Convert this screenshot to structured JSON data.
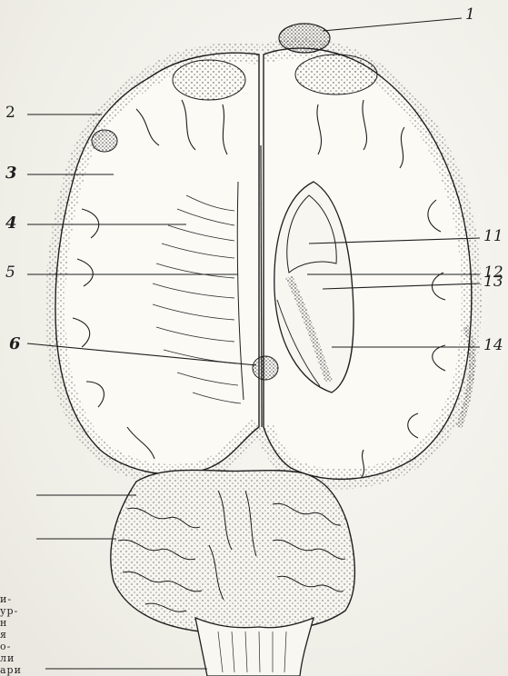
{
  "labels": {
    "l1": "1",
    "l2": "2",
    "l3": "3",
    "l4": "4",
    "l5": "5",
    "l6": "6",
    "l11": "11",
    "l12": "12",
    "l13": "13",
    "l14": "14"
  },
  "side_text": [
    "и-",
    "ур-",
    "н",
    "я",
    "о-",
    "ли",
    "ари"
  ],
  "colors": {
    "ink": "#1e1e1e",
    "paper": "#f4f3ee",
    "stipple": "#3a3a3a"
  }
}
